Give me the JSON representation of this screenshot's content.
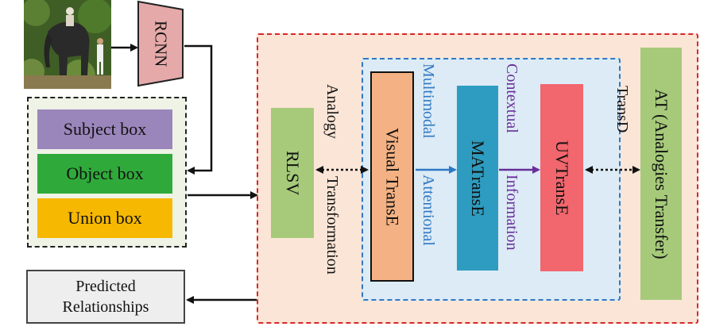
{
  "diagram": {
    "rcnn_label": "RCNN",
    "boxes": [
      {
        "label": "Subject box",
        "color": "#9b86bb"
      },
      {
        "label": "Object box",
        "color": "#2faa3a"
      },
      {
        "label": "Union box",
        "color": "#f6b800"
      }
    ],
    "rlsv_label": "RLSV",
    "analogy_label": "Analogy",
    "transformation_label": "Transformation",
    "visual_transe_label": "Visual TransE",
    "multimodal_label": "Multimodal",
    "attentional_label": "Attentional",
    "matranse_label": "MATransE",
    "contextual_label": "Contextual",
    "information_label": "Information",
    "uvtranse_label": "UVTransE",
    "transd_label": "TransD",
    "at_label": "AT (Analogies Transfer)",
    "predicted_line1": "Predicted",
    "predicted_line2": "Relationships",
    "colors": {
      "outer_border": "#d6282b",
      "outer_fill": "#fbe5d6",
      "inner_border": "#2f78c4",
      "inner_fill": "#dcebf6",
      "green": "#a6ca7a",
      "visual": "#f4b183",
      "matranse": "#2e9cc0",
      "uvtranse": "#f2666d",
      "rcnn": "#e6a9a9"
    }
  }
}
